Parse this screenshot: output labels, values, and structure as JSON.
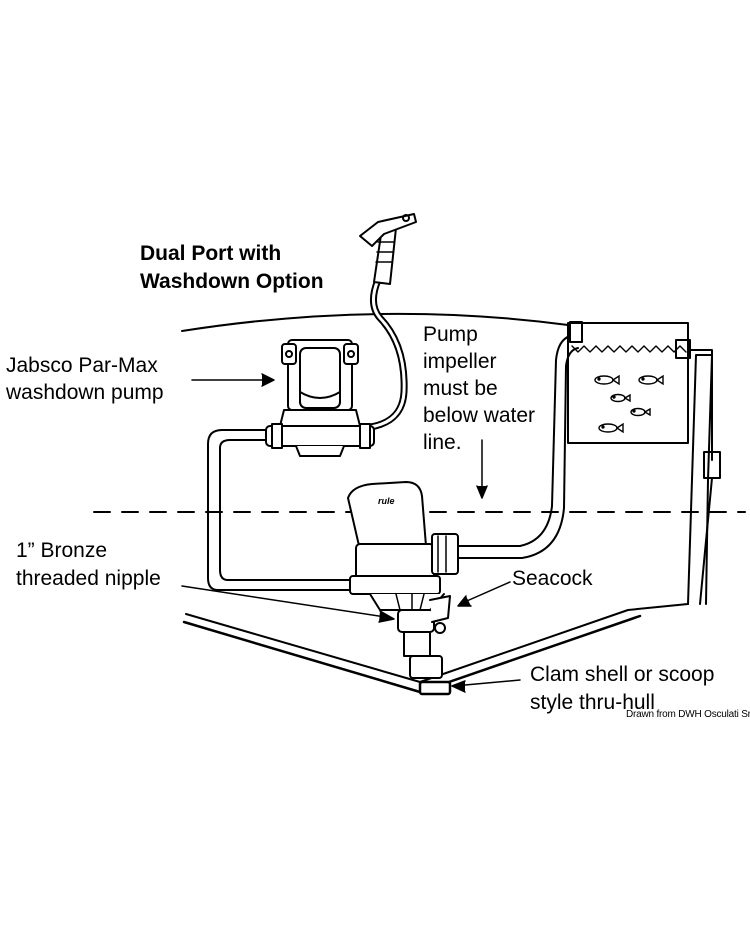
{
  "title": {
    "line1": "Dual Port with",
    "line2": "Washdown Option"
  },
  "labels": {
    "washdown_pump": {
      "line1": "Jabsco Par-Max",
      "line2": "washdown pump"
    },
    "impeller_note": {
      "line1": "Pump",
      "line2": "impeller",
      "line3": "must be",
      "line4": "below water",
      "line5": "line."
    },
    "bronze_nipple": {
      "line1": "1” Bronze",
      "line2": "threaded nipple"
    },
    "seacock": "Seacock",
    "thru_hull": {
      "line1": "Clam shell or scoop",
      "line2": "style thru-hull"
    },
    "credit": "Drawn from DWH Osculati Srl",
    "pump_brand": "rule"
  },
  "icons": [
    "spray-nozzle-icon",
    "fish-icon"
  ],
  "colors": {
    "line": "#000000",
    "background": "#ffffff"
  }
}
